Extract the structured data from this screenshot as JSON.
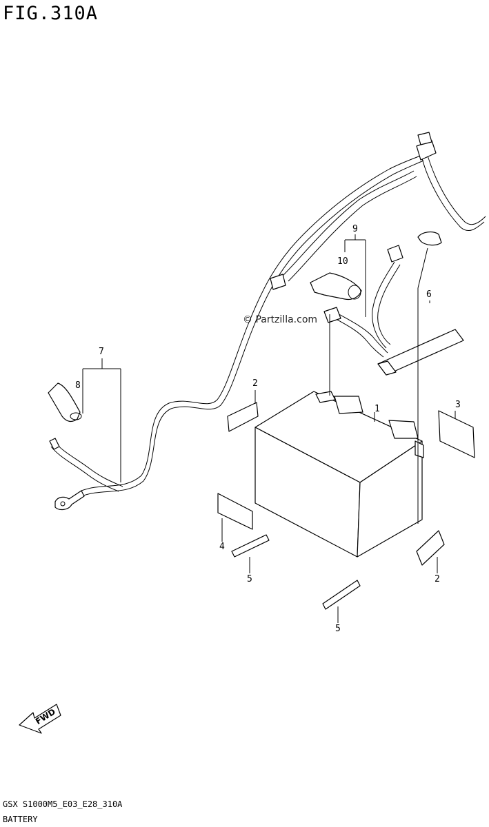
{
  "figure": {
    "title": "FIG.310A",
    "code": "GSX S1000M5_E03_E28_310A",
    "caption": "BATTERY",
    "watermark": "© Partzilla.com",
    "fwd_label": "FWD"
  },
  "callouts": {
    "c1": "1",
    "c2a": "2",
    "c2b": "2",
    "c3": "3",
    "c4": "4",
    "c5a": "5",
    "c5b": "5",
    "c6": "6",
    "c7": "7",
    "c8": "8",
    "c9": "9",
    "c10": "10"
  }
}
